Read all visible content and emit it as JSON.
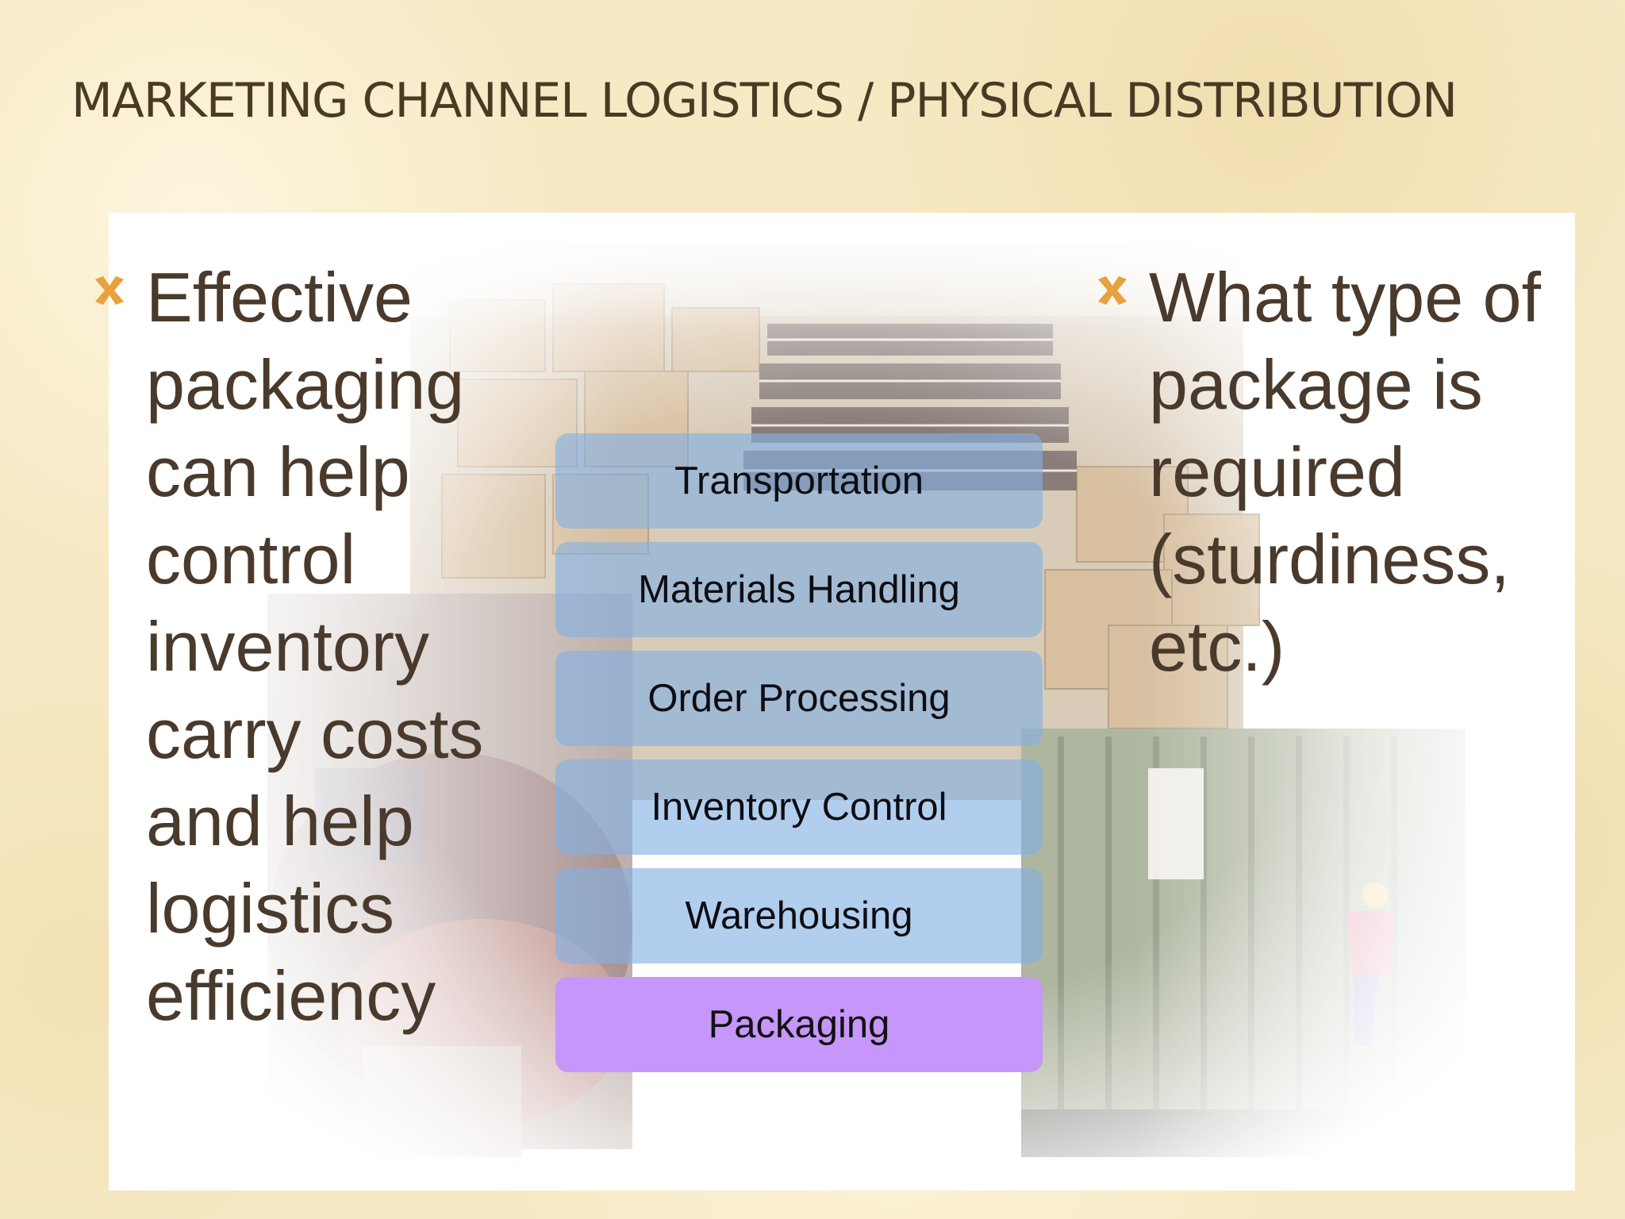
{
  "slide": {
    "title": "MARKETING CHANNEL LOGISTICS / PHYSICAL DISTRIBUTION"
  },
  "bullets": {
    "left": "Effective packaging can help control inventory carry costs and help logistics efficiency",
    "right": "What type of package is required (sturdiness, etc.)",
    "marker_icon": "x-bullet-icon",
    "marker_color": "#e8a13c"
  },
  "logistics_functions": [
    {
      "label": "Transportation",
      "active": false
    },
    {
      "label": "Materials Handling",
      "active": false
    },
    {
      "label": "Order Processing",
      "active": false
    },
    {
      "label": "Inventory Control",
      "active": false
    },
    {
      "label": "Warehousing",
      "active": false
    },
    {
      "label": "Packaging",
      "active": true
    }
  ],
  "colors": {
    "title_text": "#4a3a24",
    "body_text": "#4a3a2c",
    "box_fill": "#82b0e4",
    "active_box_fill": "#c696fa"
  }
}
